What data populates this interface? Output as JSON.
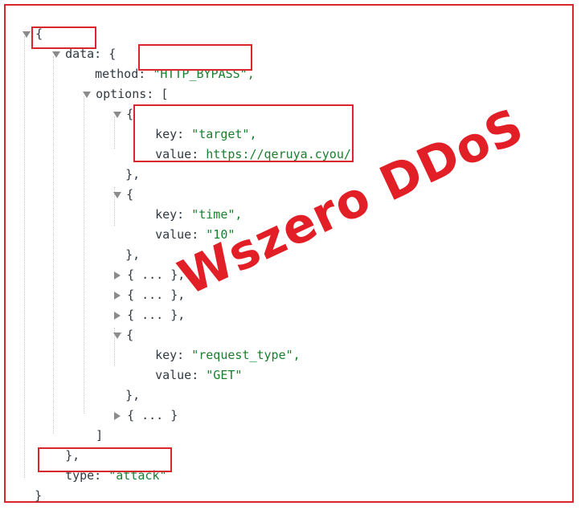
{
  "json_viewer": {
    "open_brace": "{",
    "close_brace": "}",
    "data_key": "data:",
    "data_open": "{",
    "method_key": "method:",
    "method_value": "\"HTTP_BYPASS\",",
    "options_key": "options:",
    "options_open": "[",
    "options_close": "]",
    "data_close": "},",
    "type_key": "type:",
    "type_value": "\"attack\"",
    "items": [
      {
        "open": "{",
        "key_label": "key:",
        "key_value": "\"target\",",
        "value_label": "value:",
        "value_value": "https://qeruya.cyou/",
        "close": "},"
      },
      {
        "open": "{",
        "key_label": "key:",
        "key_value": "\"time\",",
        "value_label": "value:",
        "value_value": "\"10\"",
        "close": "},"
      },
      {
        "collapsed": "{ ... },"
      },
      {
        "collapsed": "{ ... },"
      },
      {
        "collapsed": "{ ... },"
      },
      {
        "open": "{",
        "key_label": "key:",
        "key_value": "\"request_type\",",
        "value_label": "value:",
        "value_value": "\"GET\"",
        "close": "},"
      },
      {
        "collapsed": "{ ... }"
      }
    ]
  },
  "watermark": "Wszero DDoS",
  "colors": {
    "highlight": "#d9262c",
    "string": "#1a7f2e",
    "watermark": "#e21e26"
  }
}
